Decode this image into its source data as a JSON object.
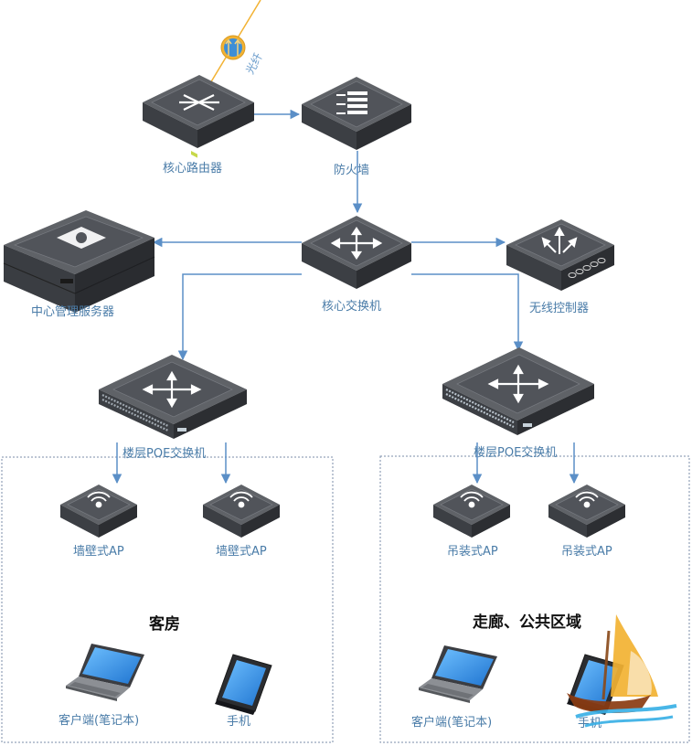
{
  "labels": {
    "core_router": "核心路由器",
    "firewall": "防火墙",
    "central_server": "中心管理服务器",
    "core_switch": "核心交换机",
    "wireless_controller": "无线控制器",
    "floor_poe_left": "楼层POE交换机",
    "floor_poe_right": "楼层POE交换机",
    "ap_wall_1": "墙壁式AP",
    "ap_wall_2": "墙壁式AP",
    "ap_ceiling_1": "吊装式AP",
    "ap_ceiling_2": "吊装式AP",
    "client_laptop_left": "客户端(笔记本)",
    "phone_left": "手机",
    "client_laptop_right": "客户端(笔记本)",
    "phone_right": "手机",
    "fiber": "光纤"
  },
  "zones": {
    "guest_room": "客房",
    "corridor_public": "走廊、公共区域"
  },
  "colors": {
    "link": "#5b8fc7",
    "fiber": "#f2b233",
    "device_top": "#5e6166",
    "device_side": "#3f4247",
    "device_front": "#2e3034",
    "label": "#4a7ca8",
    "screen": "#2f8fe6"
  },
  "icons": {
    "router": "router-cross-arrows-icon",
    "firewall": "firewall-icon",
    "switch": "switch-four-arrows-icon",
    "wireless": "wifi-signal-icon",
    "laptop": "laptop-icon",
    "phone": "smartphone-icon"
  }
}
